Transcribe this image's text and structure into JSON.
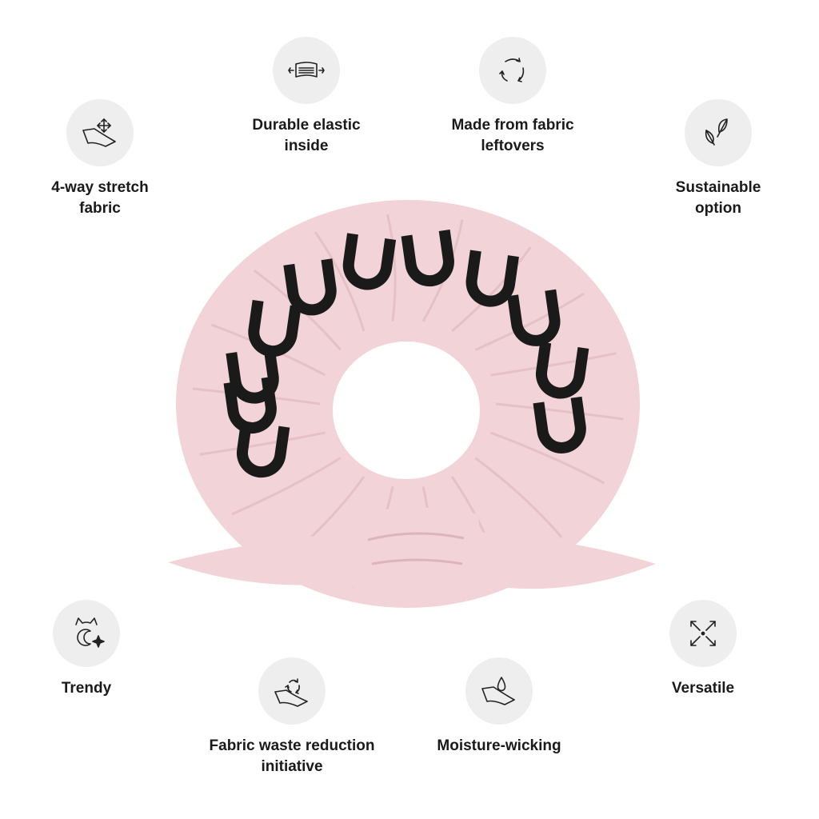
{
  "features": [
    {
      "id": "stretch",
      "icon": "four-way-arrows-fabric-icon",
      "lines": [
        "4-way stretch",
        "fabric"
      ]
    },
    {
      "id": "elastic",
      "icon": "elastic-band-icon",
      "lines": [
        "Durable elastic",
        "inside"
      ]
    },
    {
      "id": "leftovers",
      "icon": "recycle-arrows-icon",
      "lines": [
        "Made from fabric",
        "leftovers"
      ]
    },
    {
      "id": "sustain",
      "icon": "leaves-icon",
      "lines": [
        "Sustainable",
        "option"
      ]
    },
    {
      "id": "trendy",
      "icon": "trendy-sparkle-icon",
      "lines": [
        "Trendy"
      ]
    },
    {
      "id": "waste",
      "icon": "fabric-recycle-icon",
      "lines": [
        "Fabric waste reduction",
        "initiative"
      ]
    },
    {
      "id": "moisture",
      "icon": "water-drop-fabric-icon",
      "lines": [
        "Moisture-wicking"
      ]
    },
    {
      "id": "versatile",
      "icon": "expand-arrows-icon",
      "lines": [
        "Versatile"
      ]
    }
  ],
  "product": {
    "fabric_color": "#f2d3d7",
    "shadow_color": "#dcb5bb",
    "pattern_color": "#1a1a1a",
    "pattern": "horseshoe-icon"
  }
}
